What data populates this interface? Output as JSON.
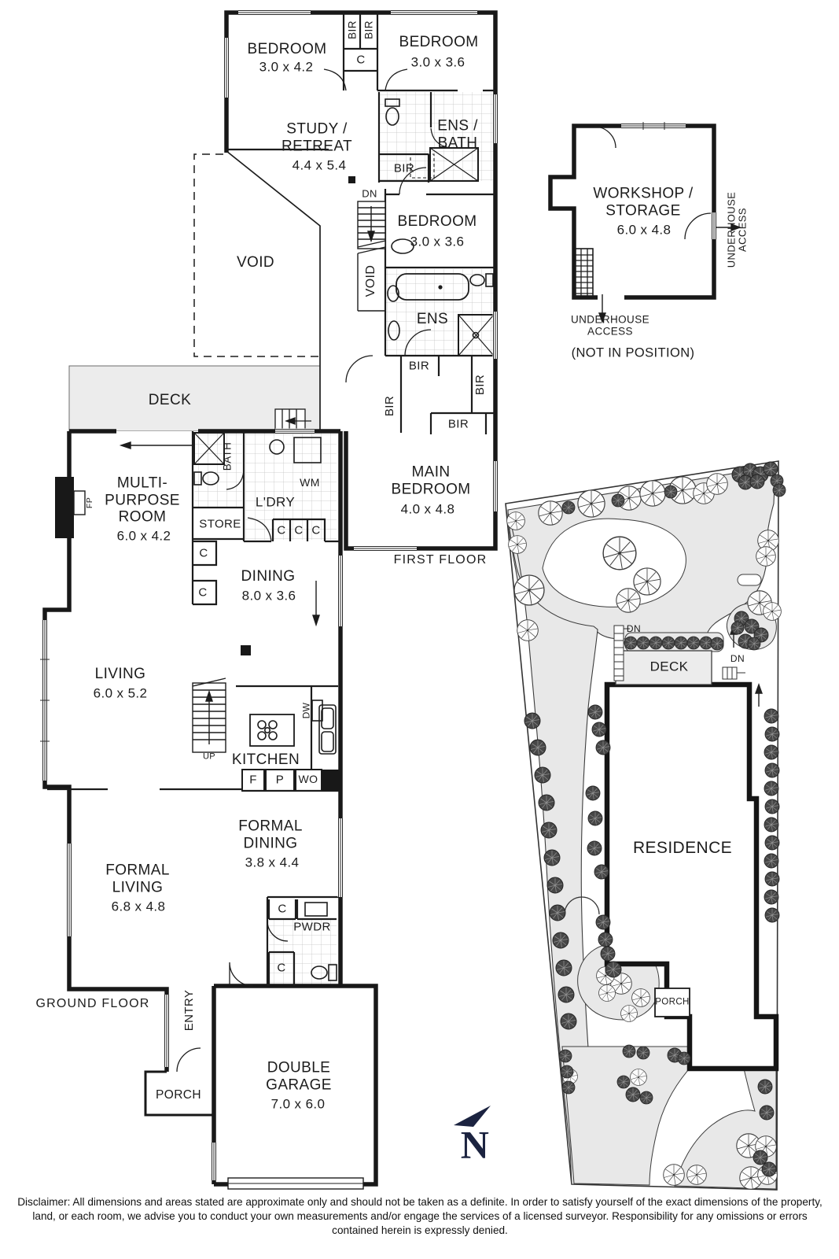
{
  "colors": {
    "wall": "#181818",
    "tile_line": "#b9b9b9",
    "deck_fill": "#ececec",
    "garden_fill": "#e8e8e8",
    "navy": "#1b2340"
  },
  "shared": {
    "bir": "BIR",
    "c": "C",
    "dn": "DN",
    "deck": "DECK",
    "porch": "PORCH"
  },
  "first_floor": {
    "caption": "FIRST FLOOR",
    "bedroom1": {
      "name": "BEDROOM",
      "dim": "3.0 x 4.2"
    },
    "bedroom2": {
      "name": "BEDROOM",
      "dim": "3.0 x 3.6"
    },
    "bedroom3": {
      "name": "BEDROOM",
      "dim": "3.0 x 3.6"
    },
    "study": {
      "name": "STUDY /\nRETREAT",
      "dim": "4.4 x 5.4"
    },
    "ens_bath": "ENS /\nBATH",
    "ens": "ENS",
    "void": "VOID",
    "main_bedroom": {
      "name": "MAIN\nBEDROOM",
      "dim": "4.0 x 4.8"
    }
  },
  "ground_floor": {
    "caption": "GROUND FLOOR",
    "multi": {
      "name": "MULTI-\nPURPOSE\nROOM",
      "dim": "6.0 x 4.2"
    },
    "dining": {
      "name": "DINING",
      "dim": "8.0 x 3.6"
    },
    "living": {
      "name": "LIVING",
      "dim": "6.0 x 5.2"
    },
    "kitchen": "KITCHEN",
    "formal_dining": {
      "name": "FORMAL\nDINING",
      "dim": "3.8 x 4.4"
    },
    "formal_living": {
      "name": "FORMAL\nLIVING",
      "dim": "6.8 x 4.8"
    },
    "garage": {
      "name": "DOUBLE\nGARAGE",
      "dim": "7.0 x 6.0"
    },
    "bath": "BATH",
    "ldry": "L'DRY",
    "wm": "WM",
    "store": "STORE",
    "pwdr": "PWDR",
    "entry": "ENTRY",
    "fp": "FP",
    "dw": "DW",
    "f": "F",
    "p": "P",
    "wo": "WO",
    "up": "UP"
  },
  "workshop": {
    "name": "WORKSHOP /\nSTORAGE",
    "dim": "6.0 x 4.8",
    "underhouse": "UNDERHOUSE\nACCESS",
    "not_in_position": "(NOT IN POSITION)"
  },
  "site": {
    "residence": "RESIDENCE"
  },
  "compass": {
    "n": "N"
  },
  "disclaimer": "Disclaimer: All dimensions and areas stated are approximate only and should not be taken as a definite. In order to satisfy yourself of the exact dimensions of the property, land, or each room, we advise you to conduct your own measurements and/or engage the services of a licensed surveyor. Responsibility for any omissions or errors contained herein is expressly denied."
}
